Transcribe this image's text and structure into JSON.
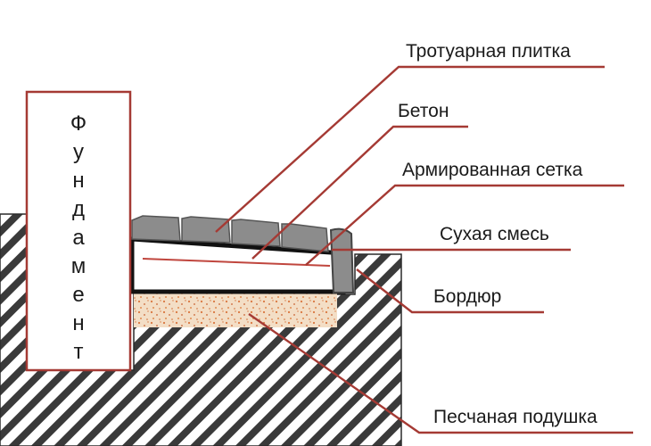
{
  "diagram": {
    "foundation_label": "Фундамент",
    "labels": {
      "paving_tile": "Тротуарная плитка",
      "concrete": "Бетон",
      "reinforcing_mesh": "Армированная сетка",
      "dry_mix": "Сухая смесь",
      "curb": "Бордюр",
      "sand_cushion": "Песчаная подушка"
    },
    "colors": {
      "leader": "#a53a34",
      "ground_hatch": "#333333",
      "tile": "#8a8a8a",
      "sand": "#f2ddc4",
      "sand_grain": "#d4733f",
      "slab_outline": "#111111",
      "foundation_border": "#a53a34"
    }
  }
}
